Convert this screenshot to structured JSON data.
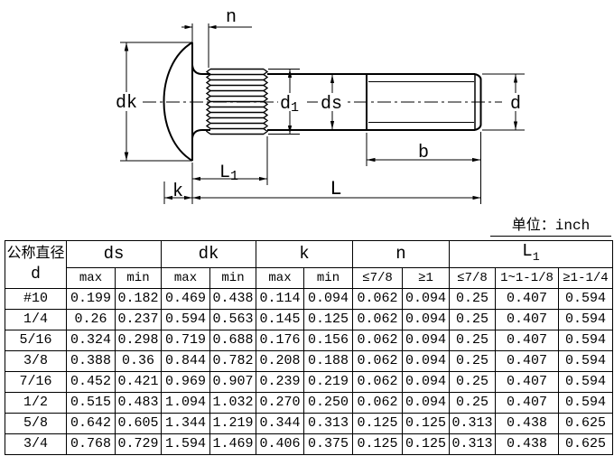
{
  "unit_note": "单位：inch",
  "drawing": {
    "labels": {
      "n": "n",
      "dk": "dk",
      "d1_base": "d",
      "d1_sub": "1",
      "ds": "ds",
      "d": "d",
      "b": "b",
      "L1_base": "L",
      "L1_sub": "1",
      "k": "k",
      "L": "L"
    }
  },
  "table": {
    "corner": {
      "line1": "公称直径",
      "line2": "d"
    },
    "groups": [
      {
        "label": "ds"
      },
      {
        "label": "dk"
      },
      {
        "label": "k"
      },
      {
        "label": "n"
      },
      {
        "label_base": "L",
        "label_sub": "1"
      }
    ],
    "subheaders": [
      "max",
      "min",
      "max",
      "min",
      "max",
      "min",
      "≤7/8",
      "≥1",
      "≤7/8",
      "1~1-1/8",
      "≥1-1/4"
    ],
    "rows": [
      {
        "d": "#10",
        "values": [
          "0.199",
          "0.182",
          "0.469",
          "0.438",
          "0.114",
          "0.094",
          "0.062",
          "0.094",
          "0.25",
          "0.407",
          "0.594"
        ]
      },
      {
        "d": "1/4",
        "values": [
          "0.26",
          "0.237",
          "0.594",
          "0.563",
          "0.145",
          "0.125",
          "0.062",
          "0.094",
          "0.25",
          "0.407",
          "0.594"
        ]
      },
      {
        "d": "5/16",
        "values": [
          "0.324",
          "0.298",
          "0.719",
          "0.688",
          "0.176",
          "0.156",
          "0.062",
          "0.094",
          "0.25",
          "0.407",
          "0.594"
        ]
      },
      {
        "d": "3/8",
        "values": [
          "0.388",
          "0.36",
          "0.844",
          "0.782",
          "0.208",
          "0.188",
          "0.062",
          "0.094",
          "0.25",
          "0.407",
          "0.594"
        ]
      },
      {
        "d": "7/16",
        "values": [
          "0.452",
          "0.421",
          "0.969",
          "0.907",
          "0.239",
          "0.219",
          "0.062",
          "0.094",
          "0.25",
          "0.407",
          "0.594"
        ]
      },
      {
        "d": "1/2",
        "values": [
          "0.515",
          "0.483",
          "1.094",
          "1.032",
          "0.270",
          "0.250",
          "0.062",
          "0.094",
          "0.25",
          "0.407",
          "0.594"
        ]
      },
      {
        "d": "5/8",
        "values": [
          "0.642",
          "0.605",
          "1.344",
          "1.219",
          "0.344",
          "0.313",
          "0.125",
          "0.125",
          "0.313",
          "0.438",
          "0.625"
        ]
      },
      {
        "d": "3/4",
        "values": [
          "0.768",
          "0.729",
          "1.594",
          "1.469",
          "0.406",
          "0.375",
          "0.125",
          "0.125",
          "0.313",
          "0.438",
          "0.625"
        ]
      }
    ]
  }
}
